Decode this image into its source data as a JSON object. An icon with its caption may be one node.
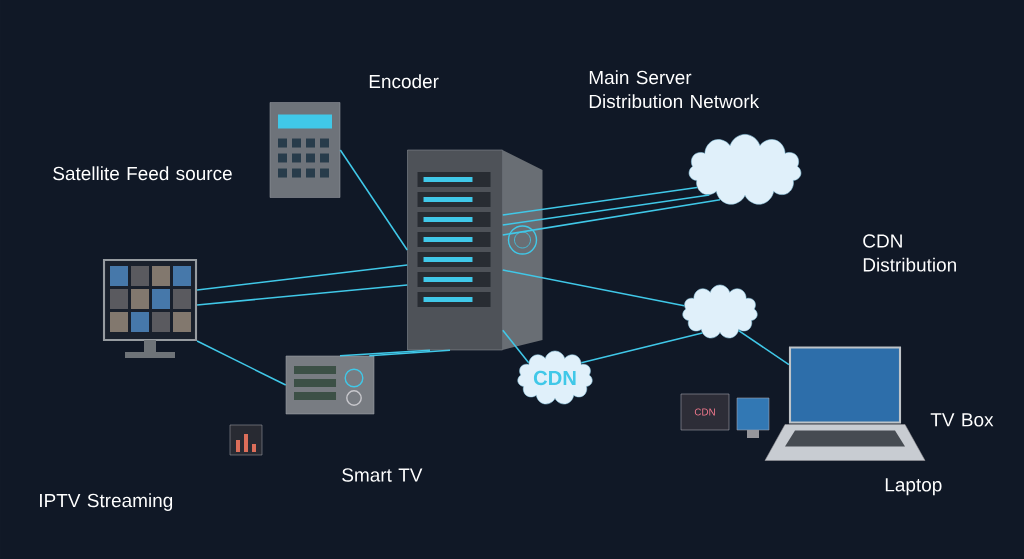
{
  "diagram": {
    "nodes": [
      {
        "text": [],
        "shape": "picture"
      },
      {
        "text": [],
        "shape": "picture"
      },
      {
        "text": [],
        "shape": "cloud"
      },
      {
        "text": [],
        "shape": "picture"
      },
      {
        "text": [],
        "shape": "picture"
      },
      {
        "text": [],
        "shape": "cloud"
      },
      {
        "text": [
          "CDN"
        ]
      },
      {
        "text": [
          "CDN"
        ]
      },
      {
        "text": [],
        "shape": "picture"
      }
    ],
    "edges": [
      {
        "from": 0,
        "to": 1,
        "arrow": "none"
      },
      {
        "from": 3,
        "to": 1,
        "arrow": "none"
      },
      {
        "from": 3,
        "to": 1,
        "arrow": "none"
      },
      {
        "from": 3,
        "to": 4,
        "arrow": "none"
      },
      {
        "from": 4,
        "to": 1,
        "arrow": "none"
      },
      {
        "from": 4,
        "to": 1,
        "arrow": "none"
      },
      {
        "from": 1,
        "to": 2,
        "arrow": "none"
      },
      {
        "from": 1,
        "to": 2,
        "arrow": "none"
      },
      {
        "from": 1,
        "to": 2,
        "arrow": "none"
      },
      {
        "from": 1,
        "to": 5,
        "arrow": "none"
      },
      {
        "from": 1,
        "to": 6,
        "arrow": "none"
      },
      {
        "from": 6,
        "to": 5,
        "arrow": "none"
      },
      {
        "from": 5,
        "to": 8,
        "arrow": "none"
      }
    ],
    "labels": [
      "Encoder",
      "Main Server Distribution Network",
      "Satellite Feed source",
      "CDN Distribution",
      "TV Box",
      "Smart TV",
      "IPTV Streaming",
      "Laptop"
    ]
  }
}
